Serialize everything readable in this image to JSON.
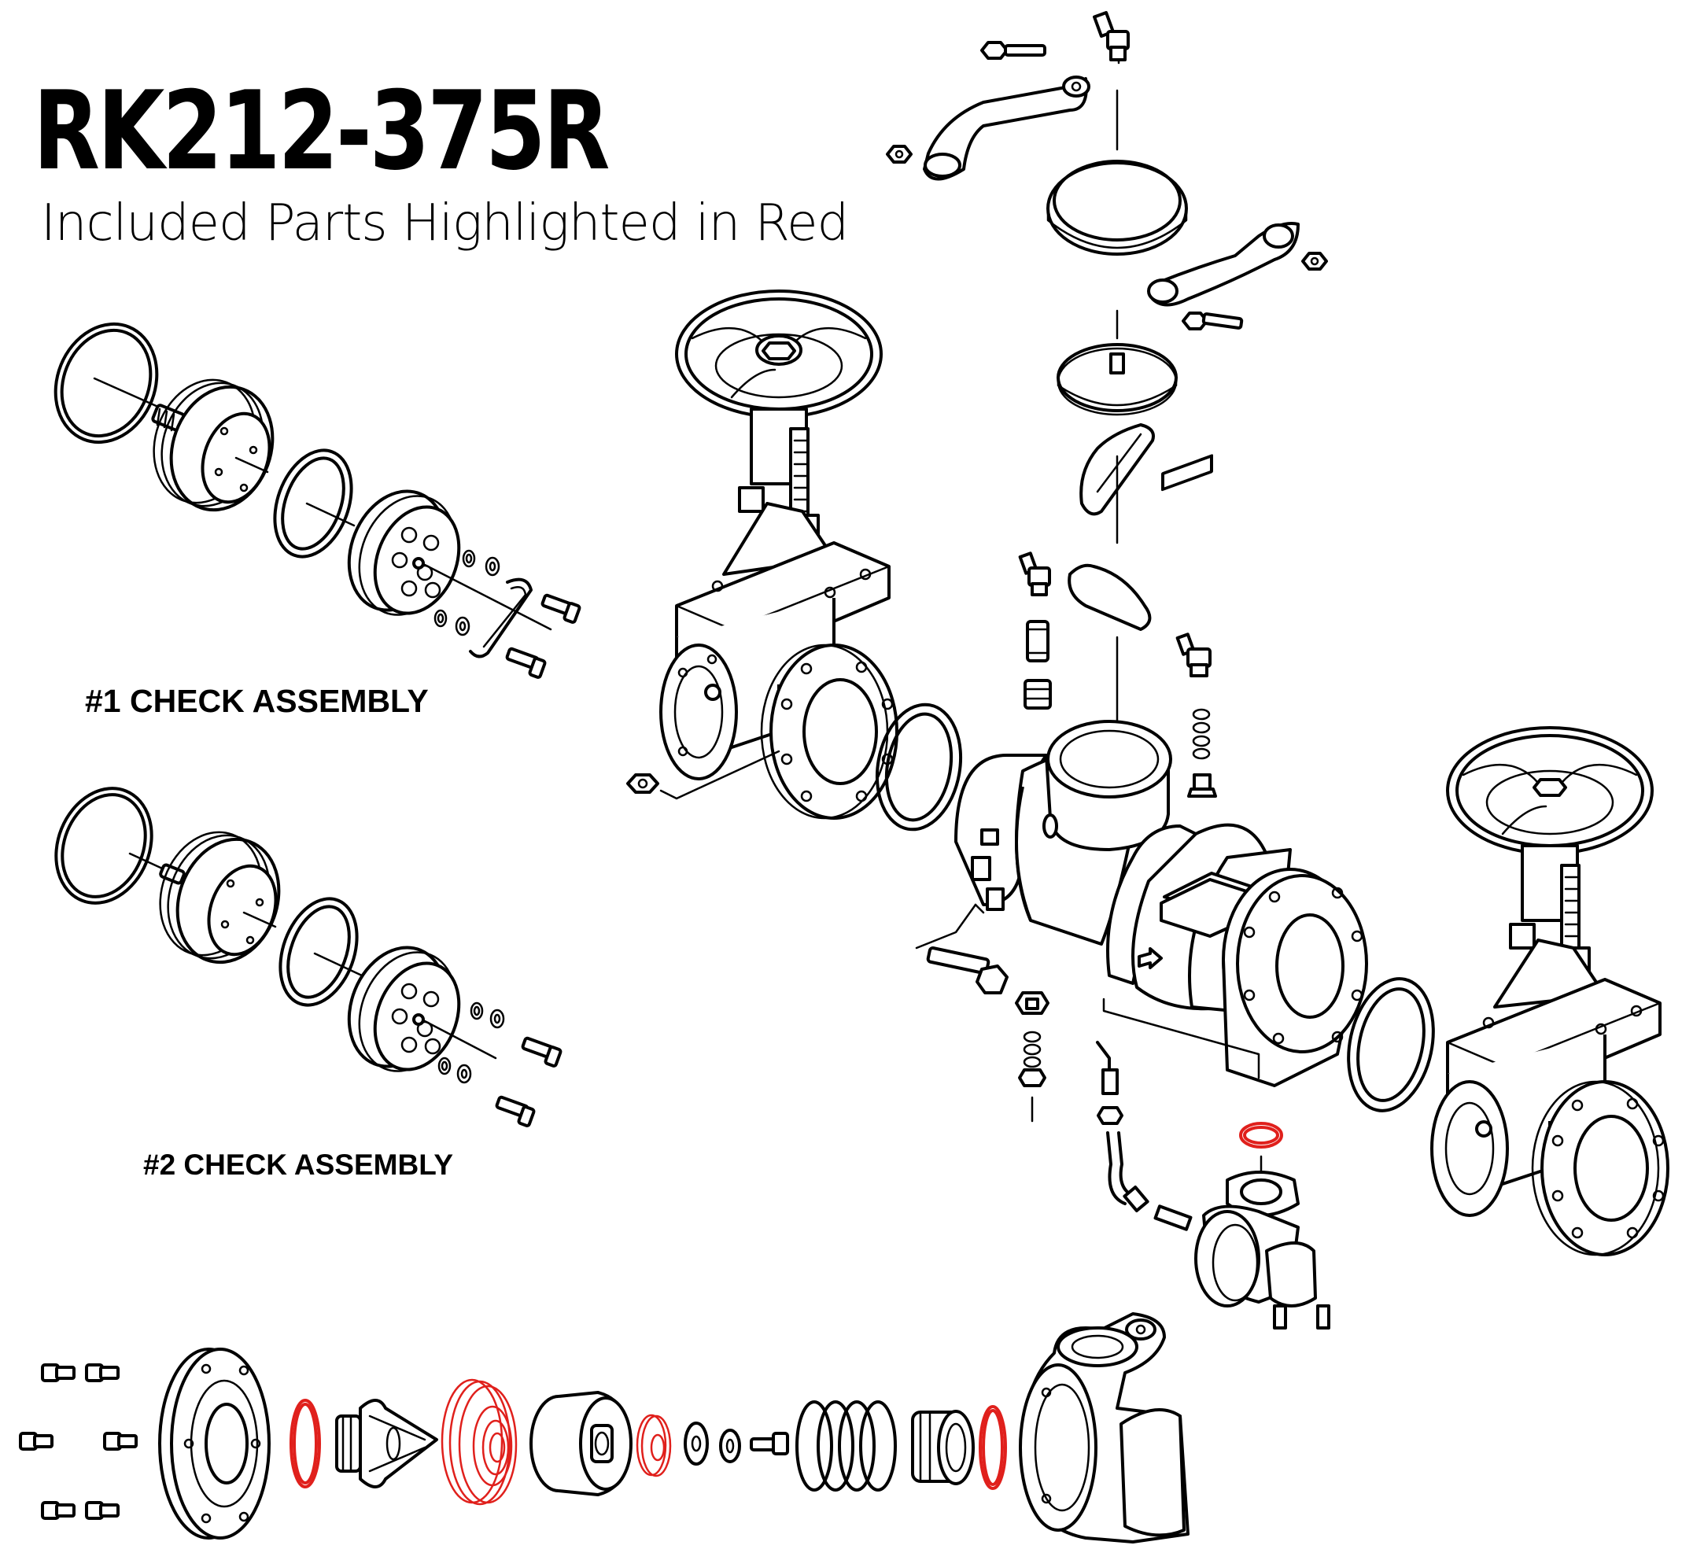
{
  "header": {
    "title": "RK212-375R",
    "subtitle": "Included Parts Highlighted in Red"
  },
  "labels": {
    "check1": "#1 CHECK ASSEMBLY",
    "check2": "#2 CHECK ASSEMBLY"
  },
  "colors": {
    "line": "#000000",
    "included_part": "#e0201c",
    "background": "#ffffff"
  }
}
